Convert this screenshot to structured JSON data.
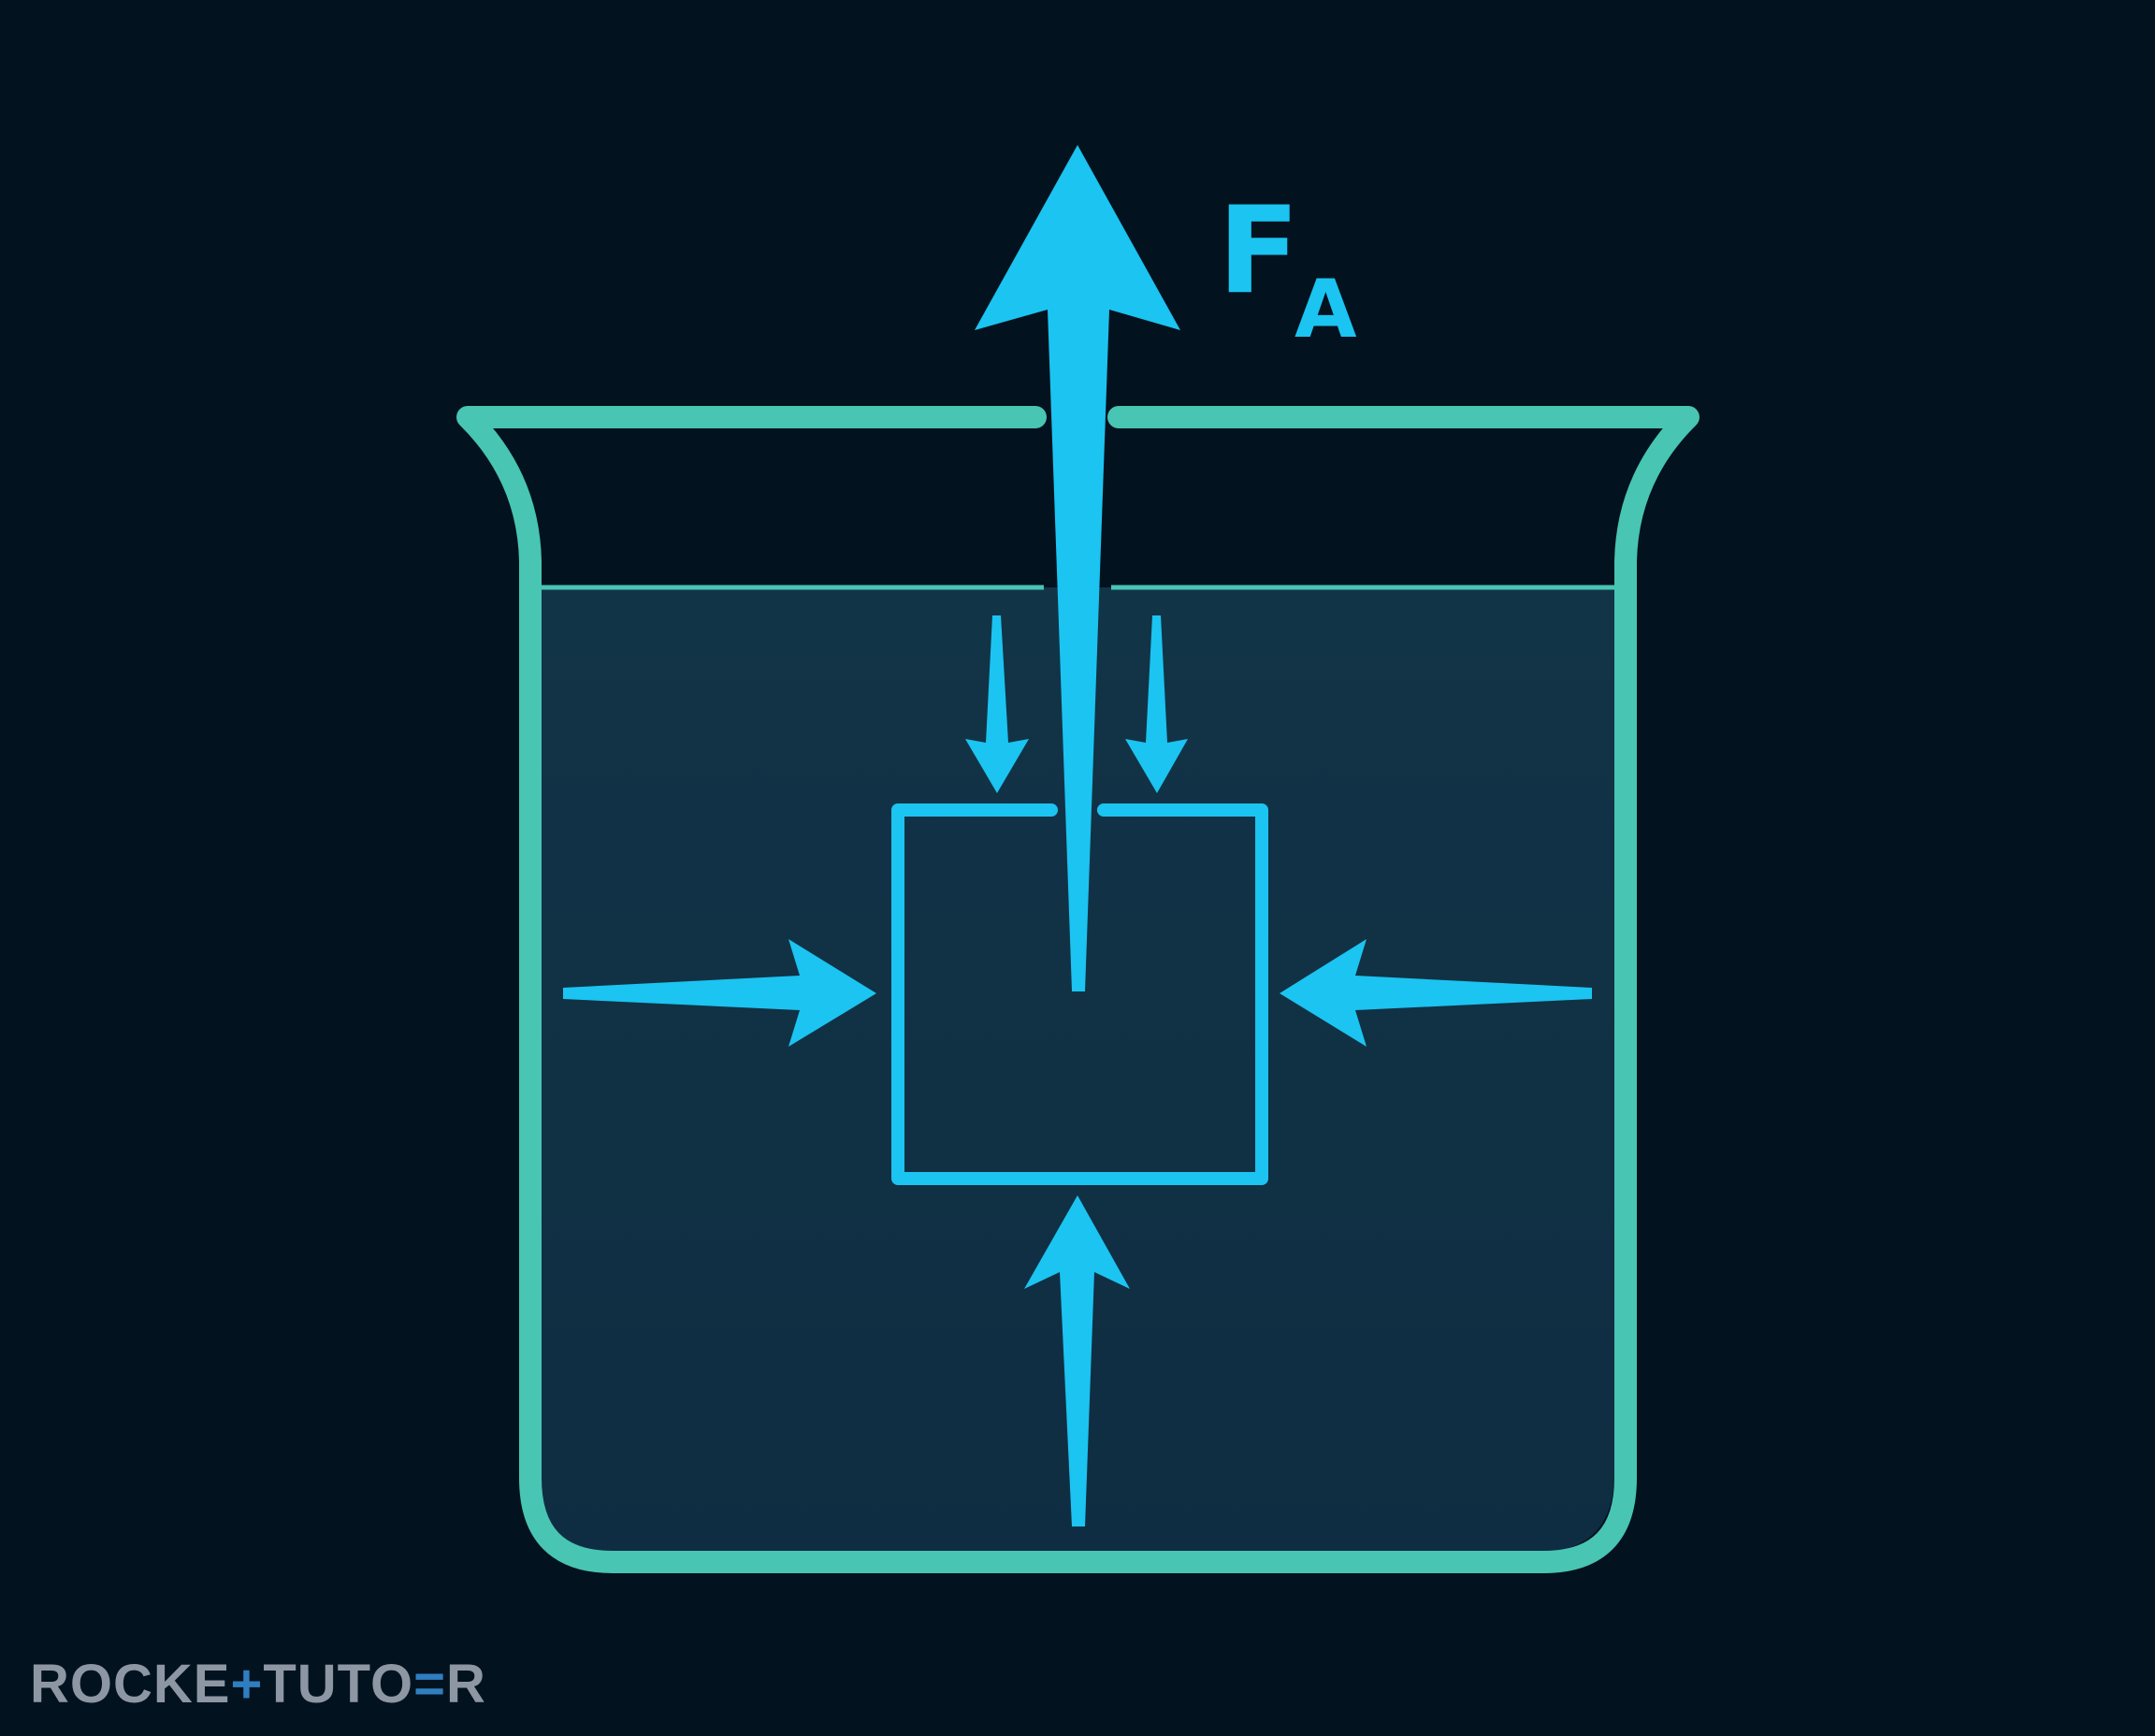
{
  "colors": {
    "background": "#03121f",
    "liquid": "#113347",
    "beaker": "#48c5b3",
    "force": "#1bc4f1",
    "watermark_text": "#8d97a3",
    "watermark_accent": "#2f7fc0"
  },
  "force_label": {
    "main": "F",
    "subscript": "A"
  },
  "watermark": {
    "part_before": "ROCKE",
    "accent_glyph": "+",
    "part_middle": "TUTO",
    "accent_glyph_2": "=",
    "part_after": "R"
  }
}
